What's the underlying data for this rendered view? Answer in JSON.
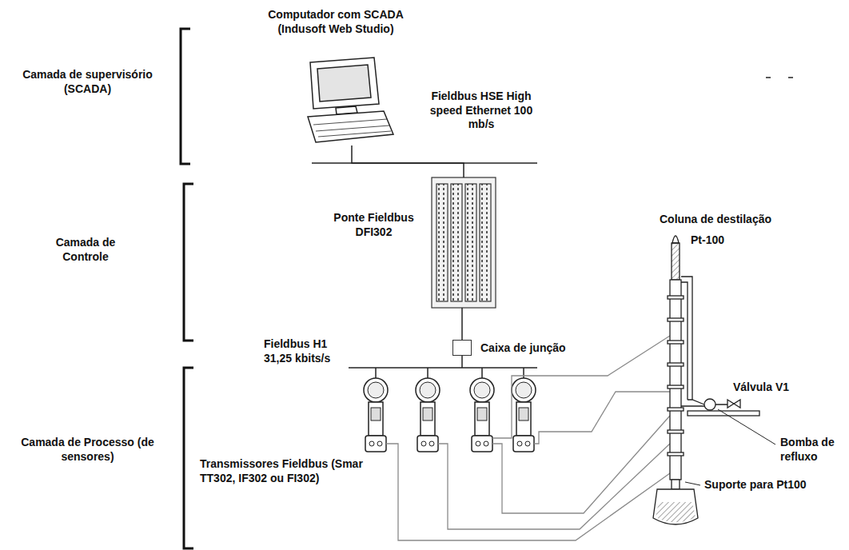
{
  "diagram": {
    "nodes": [
      {
        "text": [
          "Computador com SCADA (Indusoft Web Studio)"
        ]
      },
      {
        "text": [
          "Ponte Fieldbus DFI302"
        ]
      },
      {
        "text": [
          "Caixa de junção"
        ]
      },
      {
        "text": [
          "Transmissores Fieldbus (Smar TT302, IF302 ou FI302)"
        ]
      },
      {
        "text": [
          "Coluna de destilação"
        ]
      }
    ],
    "edges": [
      {
        "from": 0,
        "to": 1,
        "arrow": "none"
      },
      {
        "from": 1,
        "to": 2,
        "arrow": "none"
      },
      {
        "from": 2,
        "to": 3,
        "arrow": "none"
      },
      {
        "from": 3,
        "to": 4,
        "arrow": "none"
      }
    ],
    "labels": [
      "Camada de supervisório (SCADA)",
      "Camada de Controle",
      "Camada de Processo (de sensores)",
      "Fieldbus HSE High speed Ethernet 100 mb/s",
      "Fieldbus H1 31,25 kbits/s",
      "Pt-100",
      "Válvula V1",
      "Bomba de refluxo",
      "Suporte para Pt100"
    ]
  }
}
